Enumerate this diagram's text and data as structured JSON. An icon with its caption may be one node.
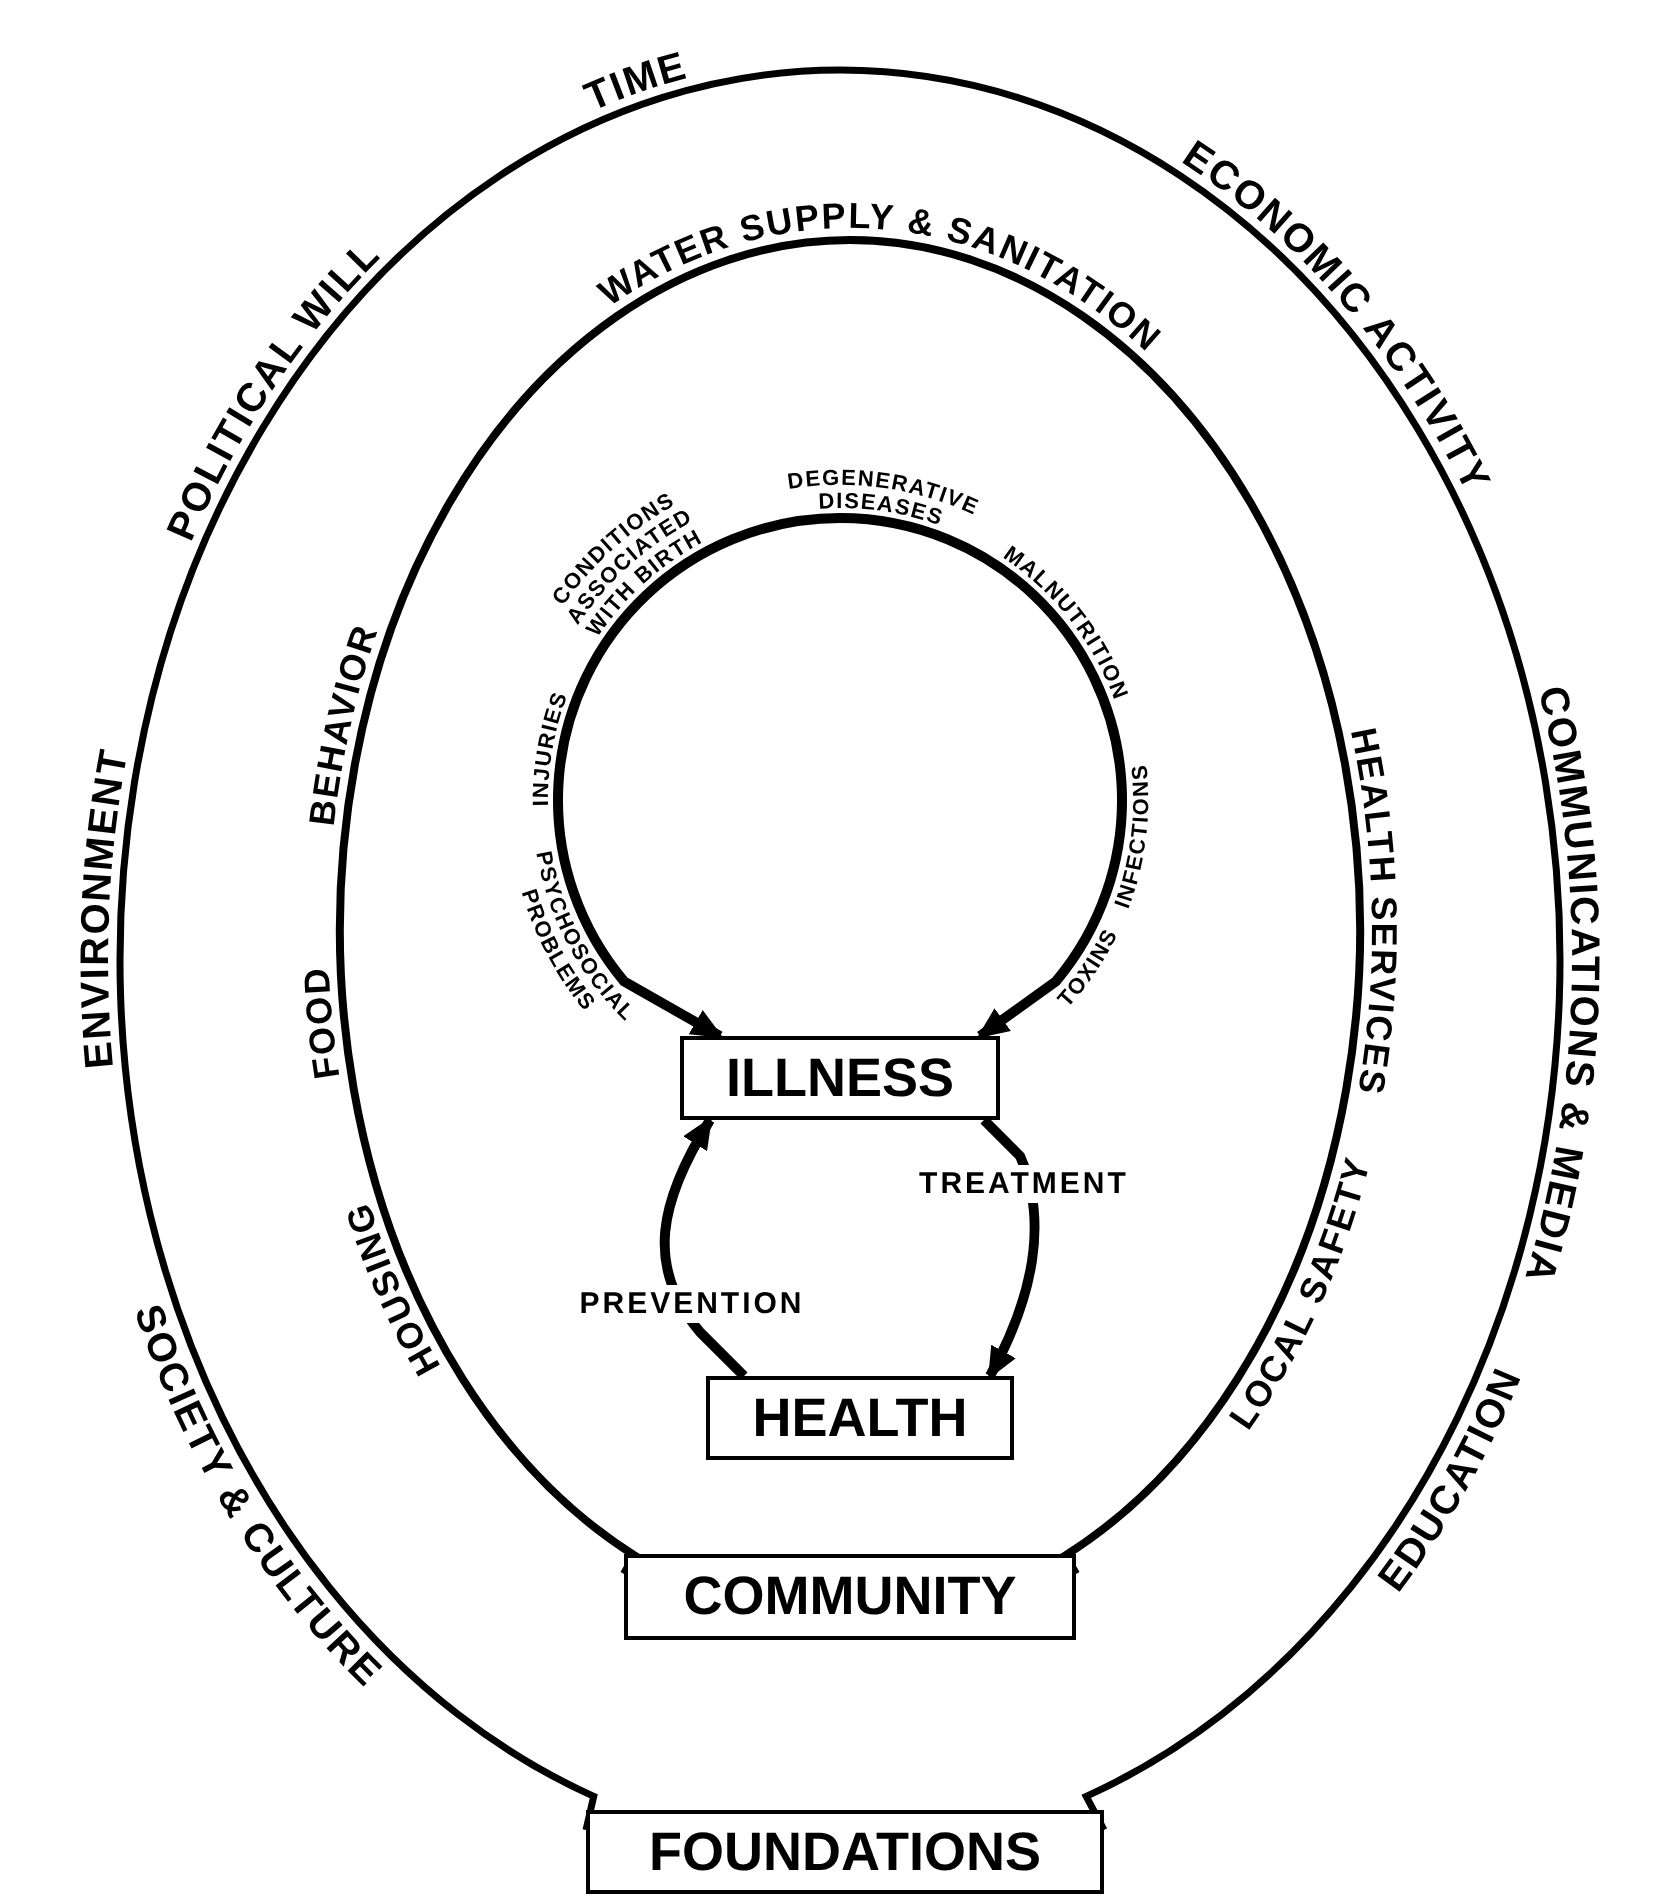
{
  "diagram": {
    "nodes": [
      {
        "text": [
          "ILLNESS"
        ]
      },
      {
        "text": [
          "HEALTH"
        ]
      },
      {
        "text": [
          "COMMUNITY"
        ]
      },
      {
        "text": [
          "FOUNDATIONS"
        ]
      }
    ],
    "edges": [
      {
        "from": 0,
        "to": 0,
        "arrow": "both"
      },
      {
        "from": 1,
        "to": 0,
        "arrow": "to",
        "label": "PREVENTION"
      },
      {
        "from": 0,
        "to": 1,
        "arrow": "to",
        "label": "TREATMENT"
      }
    ],
    "labels": [
      "TIME",
      "ECONOMIC ACTIVITY",
      "POLITICAL WILL",
      "WATER SUPPLY & SANITATION",
      "CONDITIONS ASSOCIATED WITH BIRTH",
      "DEGENERATIVE DISEASES",
      "MALNUTRITION",
      "BEHAVIOR",
      "COMMUNICATIONS & MEDIA",
      "ENVIRONMENT",
      "INJURIES",
      "HEALTH SERVICES",
      "INFECTIONS",
      "PSYCHOSOCIAL PROBLEMS",
      "TOXINS",
      "FOOD",
      "LOCAL SAFETY",
      "HOUSING",
      "SOCIETY & CULTURE",
      "EDUCATION"
    ]
  }
}
